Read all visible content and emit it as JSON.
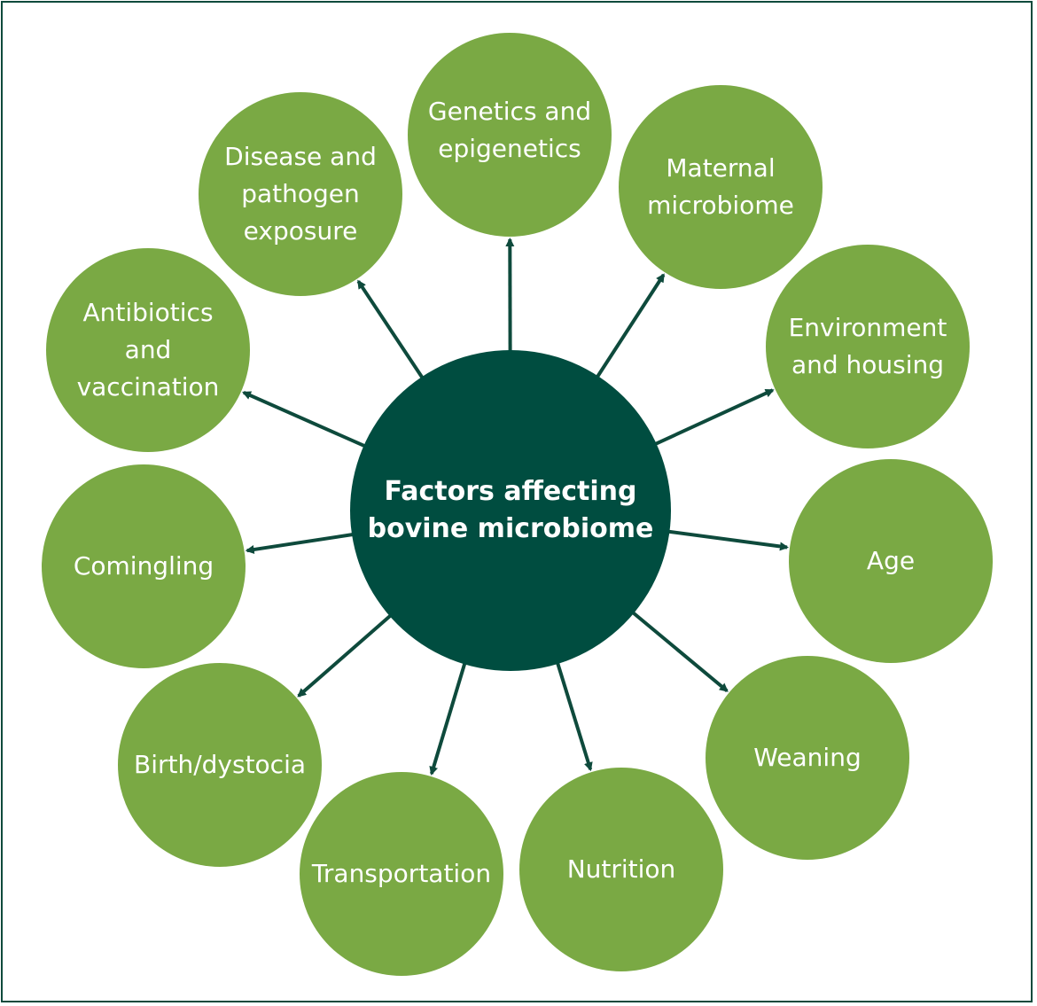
{
  "colors": {
    "hub": "#004d40",
    "node": "#7aa944",
    "arrow": "#0e4a3c",
    "border": "#0e4a3c"
  },
  "hub": {
    "label": "Factors affecting\nbovine microbiome"
  },
  "factors": [
    {
      "id": "genetics",
      "label": "Genetics and\nepigenetics"
    },
    {
      "id": "maternal",
      "label": "Maternal\nmicrobiome"
    },
    {
      "id": "environment",
      "label": "Environment\nand housing"
    },
    {
      "id": "age",
      "label": "Age"
    },
    {
      "id": "weaning",
      "label": "Weaning"
    },
    {
      "id": "nutrition",
      "label": "Nutrition"
    },
    {
      "id": "transportation",
      "label": "Transportation"
    },
    {
      "id": "birth",
      "label": "Birth/dystocia"
    },
    {
      "id": "comingling",
      "label": "Comingling"
    },
    {
      "id": "antibiotics",
      "label": "Antibiotics\nand\nvaccination"
    },
    {
      "id": "disease",
      "label": "Disease and\npathogen\nexposure"
    }
  ]
}
